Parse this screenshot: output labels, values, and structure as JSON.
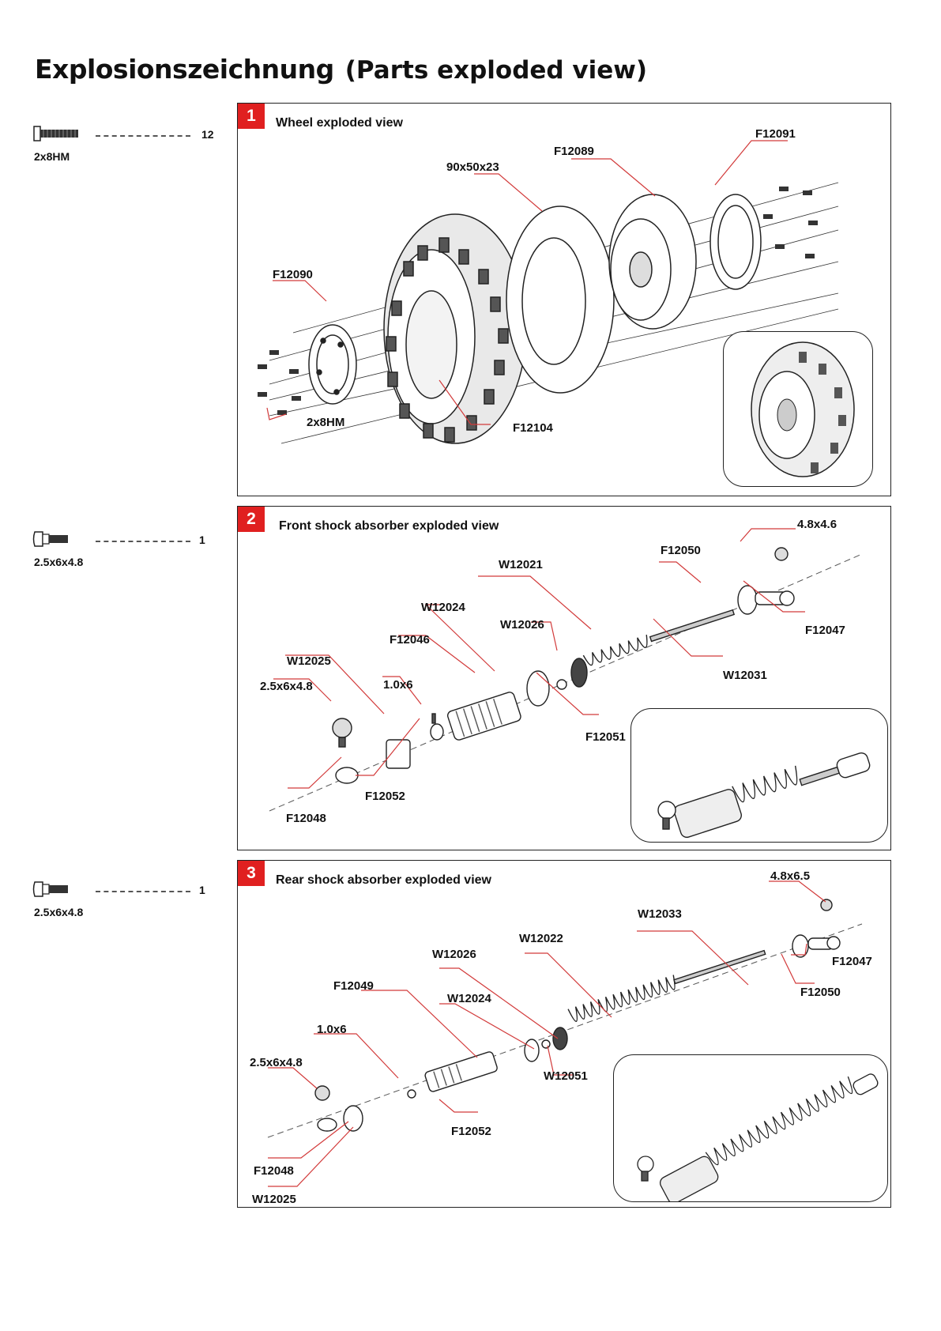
{
  "header": {
    "title_de": "Explosionszeichnung",
    "title_en": "(Parts exploded view)"
  },
  "hardware": [
    {
      "code": "2x8HM",
      "qty": "12"
    },
    {
      "code": "2.5x6x4.8",
      "qty": "1"
    },
    {
      "code": "2.5x6x4.8",
      "qty": "1"
    }
  ],
  "panels": [
    {
      "number": "1",
      "title": "Wheel exploded view",
      "labels": [
        "F12091",
        "F12089",
        "90x50x23",
        "F12090",
        "2x8HM",
        "F12104"
      ]
    },
    {
      "number": "2",
      "title": "Front shock absorber exploded view",
      "labels": [
        "4.8x4.6",
        "F12050",
        "W12021",
        "W12024",
        "W12026",
        "F12047",
        "F12046",
        "W12025",
        "W12031",
        "2.5x6x4.8",
        "1.0x6",
        "F12051",
        "F12052",
        "F12048"
      ]
    },
    {
      "number": "3",
      "title": "Rear shock absorber exploded view",
      "labels": [
        "4.8x6.5",
        "W12033",
        "W12022",
        "F12047",
        "W12026",
        "F12050",
        "F12049",
        "W12024",
        "1.0x6",
        "2.5x6x4.8",
        "W12051",
        "F12052",
        "F12048",
        "W12025"
      ]
    }
  ],
  "colors": {
    "accent": "#e02020",
    "leader": "#d23a3a",
    "line": "#222222"
  }
}
